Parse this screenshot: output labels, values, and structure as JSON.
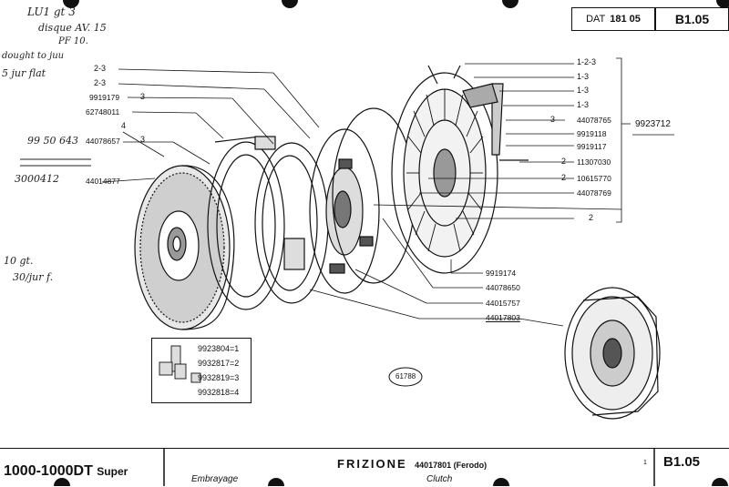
{
  "header": {
    "dat_label": "DAT",
    "dat_number": "181 05",
    "page_code": "B1.05"
  },
  "handwritten": {
    "note1": "LU1 gt 3",
    "note2": "disque AV. 15",
    "note3": "PF 10.",
    "note4": "dought to juu",
    "note5": "5 jur flat",
    "note6": "99 50 643",
    "note7": "3000412",
    "note8": "10 gt.",
    "note9": "30/jur f."
  },
  "left_labels": [
    {
      "qty": "2-3",
      "part": ""
    },
    {
      "qty": "2-3",
      "part": ""
    },
    {
      "qty": "3",
      "part": "9919179"
    },
    {
      "qty": "",
      "part": "62748011"
    },
    {
      "qty": "4",
      "part": ""
    },
    {
      "qty": "3",
      "part": "44078657"
    },
    {
      "qty": "",
      "part": "44014877"
    }
  ],
  "right_labels": [
    {
      "qty": "1-2-3",
      "part": ""
    },
    {
      "qty": "1-3",
      "part": ""
    },
    {
      "qty": "1-3",
      "part": ""
    },
    {
      "qty": "1-3",
      "part": ""
    },
    {
      "qty": "3",
      "part": "44078765"
    },
    {
      "qty": "",
      "part": "9919118"
    },
    {
      "qty": "",
      "part": "9919117"
    },
    {
      "qty": "2",
      "part": "11307030"
    },
    {
      "qty": "2",
      "part": "10615770"
    },
    {
      "qty": "",
      "part": "44078769"
    },
    {
      "qty": "2",
      "part": ""
    }
  ],
  "assembly_ref": "9923712",
  "bottom_labels": [
    "9919174",
    "44078650",
    "44015757",
    "44017803"
  ],
  "legend": [
    "9923804=1",
    "9932817=2",
    "9932819=3",
    "9932818=4"
  ],
  "figure_number": "61788",
  "footer": {
    "model": "1000-1000DT",
    "model_suffix": "Super",
    "title_it": "FRIZIONE",
    "title_part": "44017801 (Ferodo)",
    "title_fr": "Embrayage",
    "title_en": "Clutch",
    "index": "1",
    "page_code": "B1.05"
  }
}
